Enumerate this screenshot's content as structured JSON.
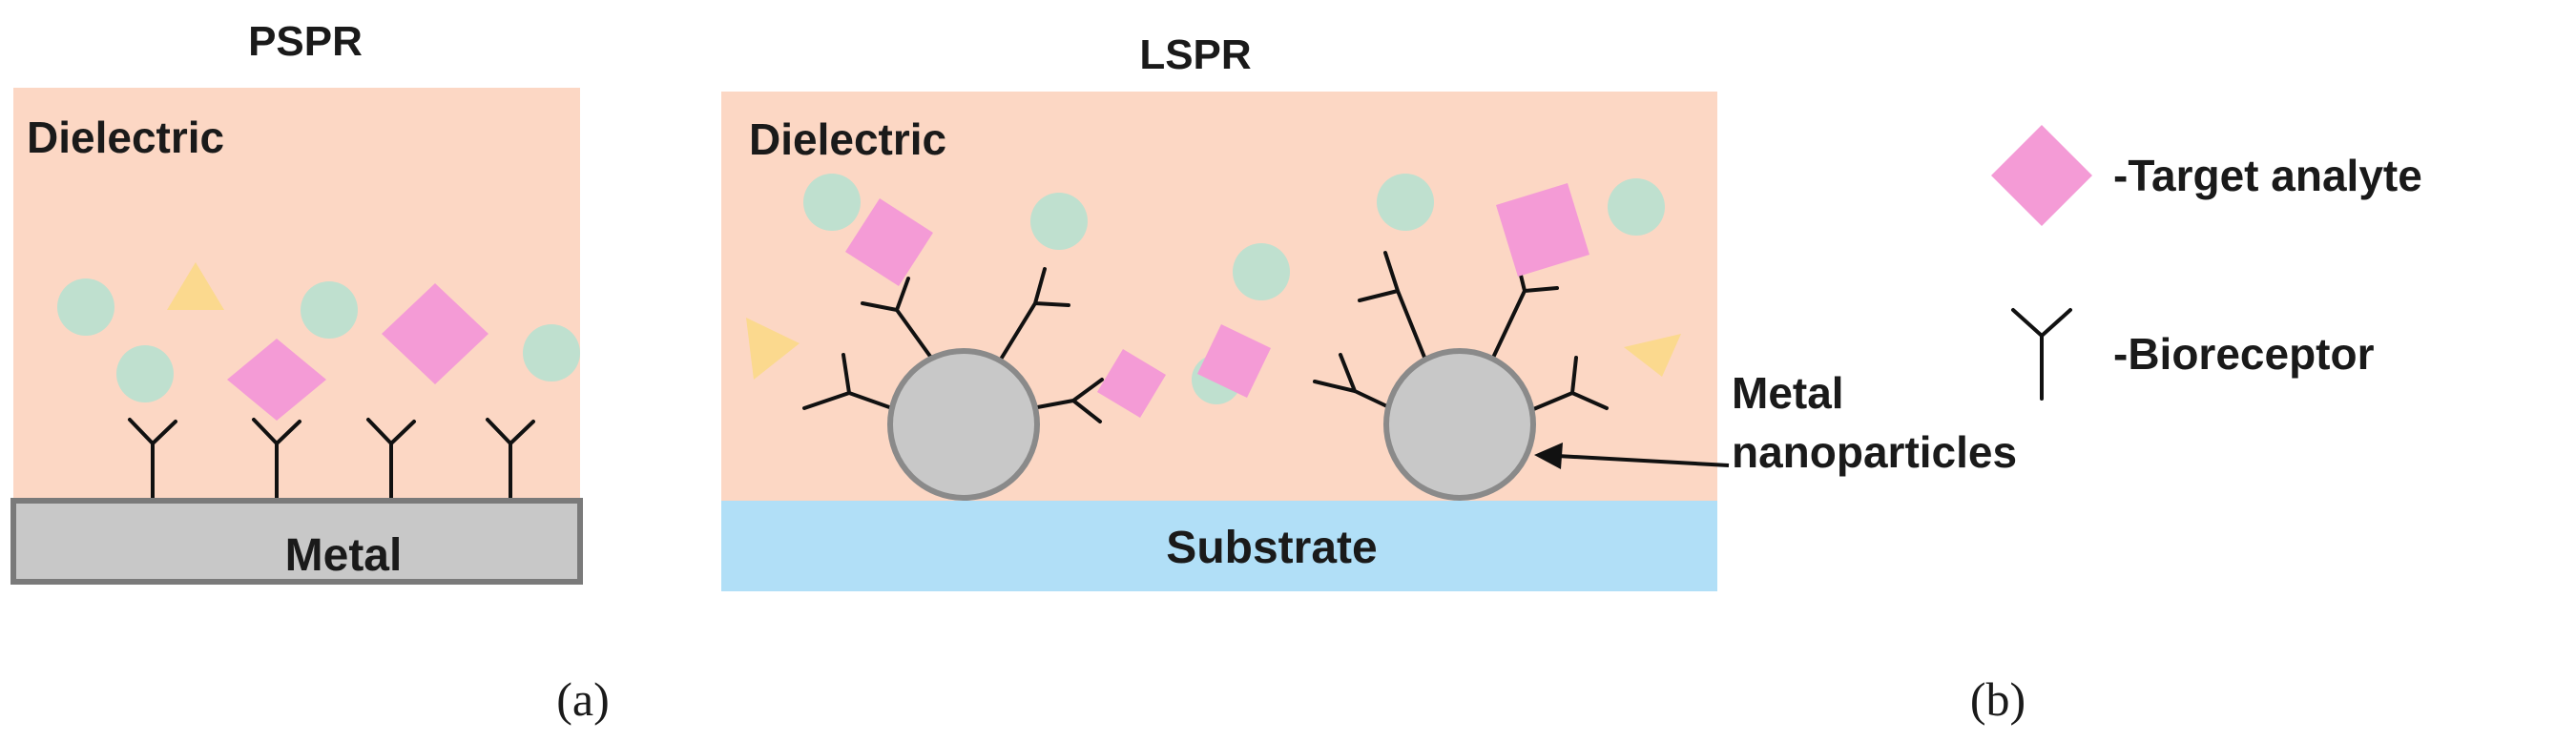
{
  "panel_a": {
    "title": "PSPR",
    "medium_label": "Dielectric",
    "base_label": "Metal",
    "caption": "(a)"
  },
  "panel_b": {
    "title": "LSPR",
    "medium_label": "Dielectric",
    "base_label": "Substrate",
    "particle_label_line1": "Metal",
    "particle_label_line2": "nanoparticles",
    "caption": "(b)"
  },
  "legend": {
    "items": [
      {
        "icon": "pink-diamond-icon",
        "label": "-Target analyte"
      },
      {
        "icon": "bioreceptor-y-icon",
        "label": "-Bioreceptor"
      }
    ]
  },
  "colors": {
    "dielectric": "#fcd7c4",
    "metal": "#c8c8c8",
    "metal_stroke": "#7a7a7a",
    "substrate": "#b1dff7",
    "analyte": "#f49bd6",
    "interferent_circle": "#bfe0cf",
    "interferent_triangle": "#fbd98e"
  }
}
